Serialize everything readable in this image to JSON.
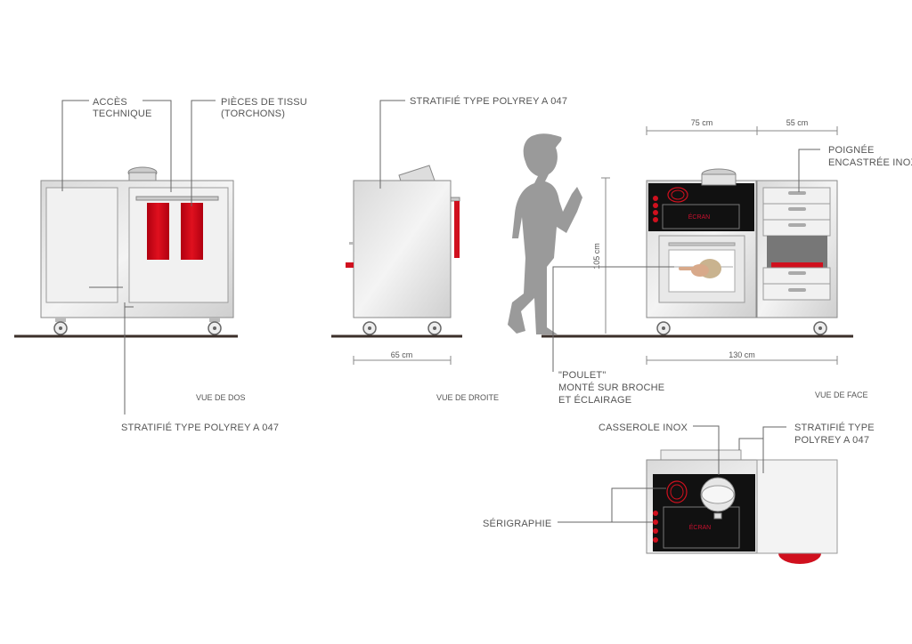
{
  "back_view": {
    "caption": "VUE DE DOS",
    "label_access": [
      "ACCÈS",
      "TECHNIQUE"
    ],
    "label_towels": [
      "PIÈCES DE TISSU",
      "(TORCHONS)"
    ],
    "label_laminate": "STRATIFIÉ TYPE POLYREY A 047"
  },
  "side_view": {
    "caption": "VUE DE DROITE",
    "label_laminate": "STRATIFIÉ TYPE POLYREY A 047",
    "depth": "65 cm"
  },
  "front_view": {
    "caption": "VUE DE FACE",
    "width_left": "75 cm",
    "width_right": "55 cm",
    "width_total": "130 cm",
    "height": "105 cm",
    "screen": "ÉCRAN",
    "label_handle": [
      "POIGNÉE",
      "ENCASTRÉE INOX"
    ],
    "label_chicken": [
      "\"POULET\"",
      "MONTÉ SUR BROCHE",
      "ET ÉCLAIRAGE"
    ]
  },
  "top_view": {
    "screen": "ÉCRAN",
    "label_pot": "CASSEROLE INOX",
    "label_laminate": [
      "STRATIFIÉ TYPE",
      "POLYREY A 047"
    ],
    "label_print": "SÉRIGRAPHIE"
  },
  "colors": {
    "accent_red": "#d0101e",
    "steel": "#e6e6e6",
    "cooktop": "#111111",
    "floor": "#3b2f29",
    "silhouette": "#9a9a9a"
  }
}
